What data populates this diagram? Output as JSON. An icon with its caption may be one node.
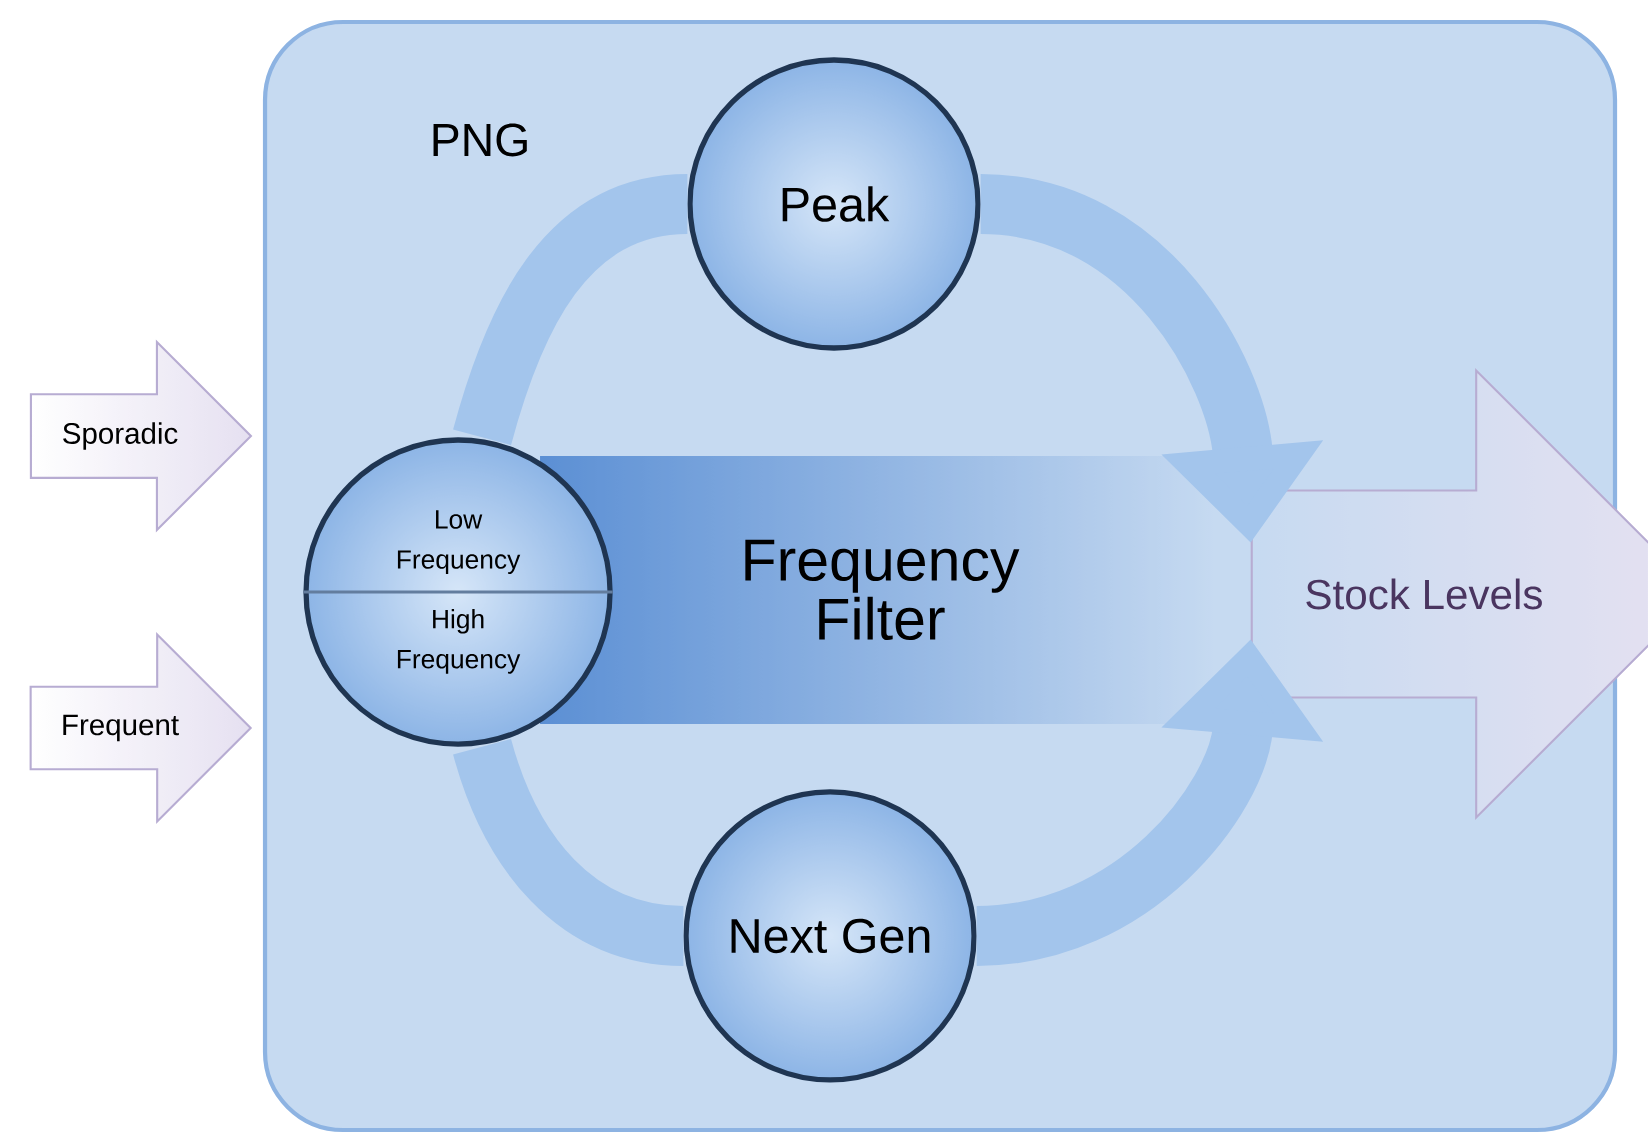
{
  "diagram": {
    "nodes": [
      {
        "text": [
          "PNG"
        ]
      },
      {
        "text": [
          "Peak"
        ],
        "in": 0
      },
      {
        "text": [
          "Low Frequency",
          "High Frequency"
        ],
        "in": 0
      },
      {
        "text": [
          "Next Gen"
        ],
        "in": 0
      },
      {
        "text": [
          "Frequency Filter"
        ],
        "in": 0
      },
      {
        "text": [
          "Sporadic"
        ]
      },
      {
        "text": [
          "Frequent"
        ]
      },
      {
        "text": [
          "Stock Levels"
        ]
      }
    ],
    "edges": [
      {
        "from": 2,
        "to": 1,
        "arrow": "none"
      },
      {
        "from": 1,
        "to": 7,
        "arrow": "to"
      },
      {
        "from": 2,
        "to": 3,
        "arrow": "none"
      },
      {
        "from": 3,
        "to": 7,
        "arrow": "to"
      }
    ]
  }
}
